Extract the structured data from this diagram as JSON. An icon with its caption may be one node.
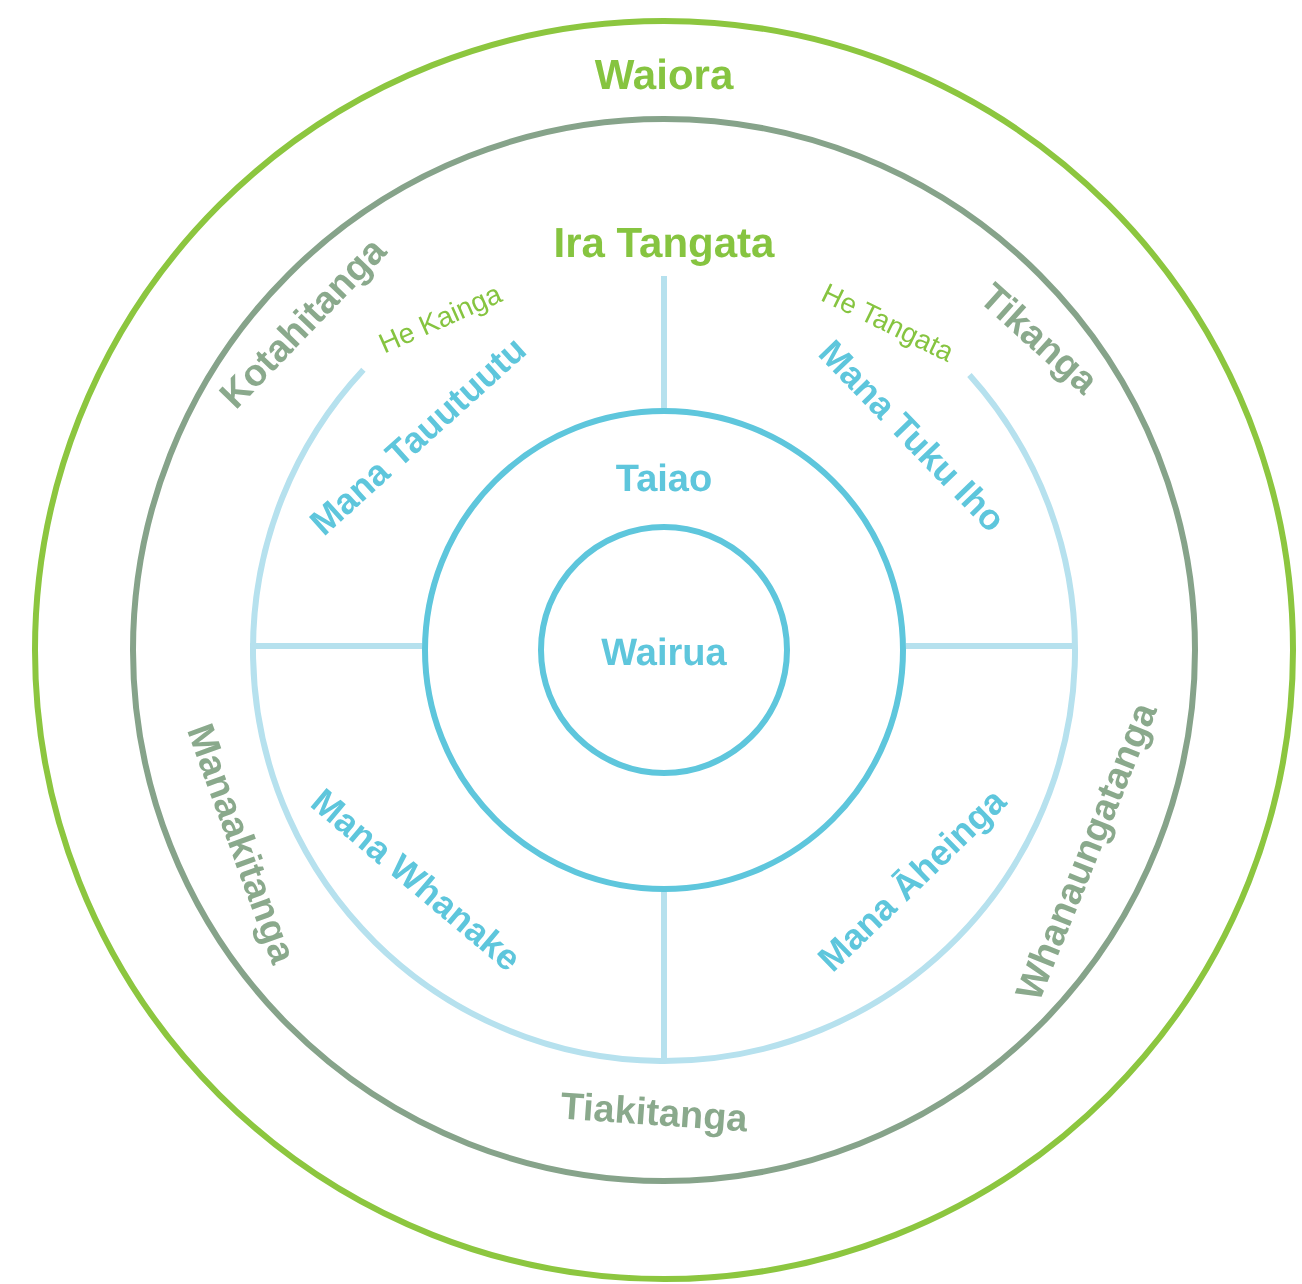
{
  "diagram": {
    "nodes": [
      {
        "text": [
          "Waiora"
        ]
      },
      {
        "text": [
          "Kotahitanga",
          "Tikanga",
          "Whanaungatanga",
          "Tiakitanga",
          "Manaakitanga"
        ],
        "in": 0
      },
      {
        "text": [
          "Mana Tauutuutu",
          "Mana Tuku Iho",
          "Mana Whanake",
          "Mana Āheinga"
        ],
        "in": 1
      },
      {
        "text": [
          "Taiao"
        ],
        "in": 2
      },
      {
        "text": [
          "Wairua"
        ],
        "in": 3
      }
    ],
    "edges": [],
    "labels": [
      "He Kainga",
      "Ira Tangata",
      "He Tangata"
    ]
  }
}
